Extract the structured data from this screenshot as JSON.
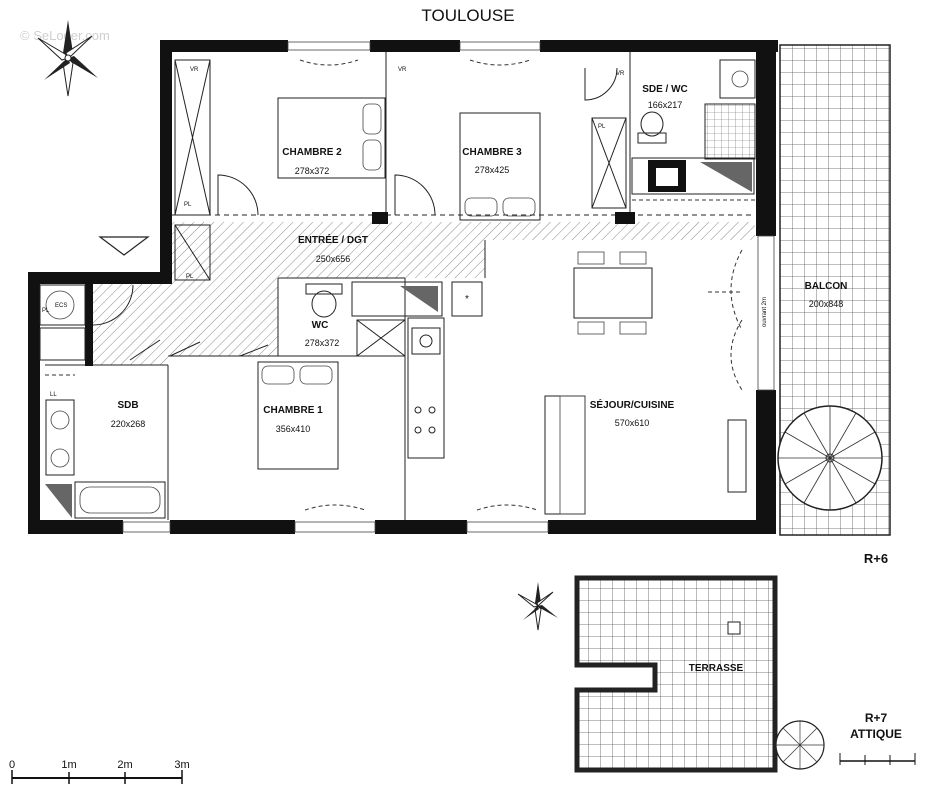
{
  "header": {
    "city": "TOULOUSE"
  },
  "watermark": "© SeLoger.com",
  "rooms": {
    "chambre2": {
      "label": "CHAMBRE 2",
      "dims": "278x372"
    },
    "chambre3": {
      "label": "CHAMBRE 3",
      "dims": "278x425"
    },
    "sde": {
      "label": "SDE / WC",
      "dims": "166x217"
    },
    "entree": {
      "label": "ENTRÉE / DGT",
      "dims": "250x656"
    },
    "balcon": {
      "label": "BALCON",
      "dims": "200x848"
    },
    "wc": {
      "label": "WC",
      "dims": "278x372"
    },
    "sdb": {
      "label": "SDB",
      "dims": "220x268"
    },
    "chambre1": {
      "label": "CHAMBRE 1",
      "dims": "356x410"
    },
    "sejour": {
      "label": "SÉJOUR/CUISINE",
      "dims": "570x610"
    },
    "terrasse": {
      "label": "TERRASSE",
      "dims": ""
    }
  },
  "fixtures": {
    "pl": "PL",
    "ecs": "ECS",
    "vr": "VR",
    "ll": "LL",
    "window_note": "ouvrant 2m"
  },
  "levels": {
    "upper": "R+6",
    "lower_line1": "R+7",
    "lower_line2": "ATTIQUE"
  },
  "scale": {
    "labels": [
      "0",
      "1m",
      "2m",
      "3m"
    ]
  },
  "colors": {
    "wall": "#111111",
    "hatch": "#8a8a8a",
    "line": "#333333"
  }
}
